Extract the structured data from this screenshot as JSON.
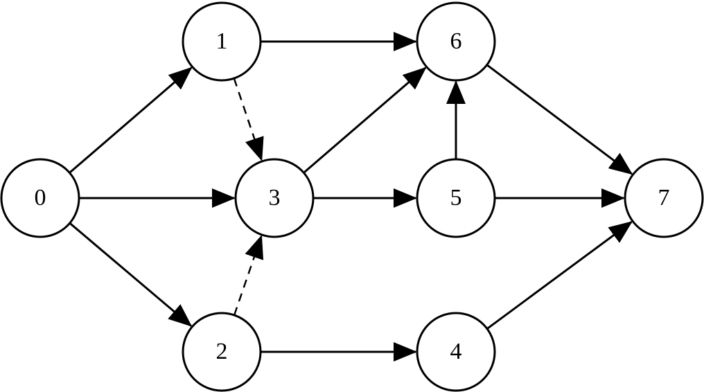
{
  "nodes": [
    {
      "id": "0",
      "label": "0"
    },
    {
      "id": "1",
      "label": "1"
    },
    {
      "id": "2",
      "label": "2"
    },
    {
      "id": "3",
      "label": "3"
    },
    {
      "id": "4",
      "label": "4"
    },
    {
      "id": "5",
      "label": "5"
    },
    {
      "id": "6",
      "label": "6"
    },
    {
      "id": "7",
      "label": "7"
    }
  ],
  "edges": [
    {
      "from": "0",
      "to": "1",
      "style": "solid"
    },
    {
      "from": "0",
      "to": "3",
      "style": "solid"
    },
    {
      "from": "0",
      "to": "2",
      "style": "solid"
    },
    {
      "from": "1",
      "to": "6",
      "style": "solid"
    },
    {
      "from": "1",
      "to": "3",
      "style": "dashed"
    },
    {
      "from": "2",
      "to": "3",
      "style": "dashed"
    },
    {
      "from": "2",
      "to": "4",
      "style": "solid"
    },
    {
      "from": "3",
      "to": "6",
      "style": "solid"
    },
    {
      "from": "3",
      "to": "5",
      "style": "solid"
    },
    {
      "from": "5",
      "to": "6",
      "style": "solid"
    },
    {
      "from": "5",
      "to": "7",
      "style": "solid"
    },
    {
      "from": "6",
      "to": "7",
      "style": "solid"
    },
    {
      "from": "4",
      "to": "7",
      "style": "solid"
    }
  ]
}
